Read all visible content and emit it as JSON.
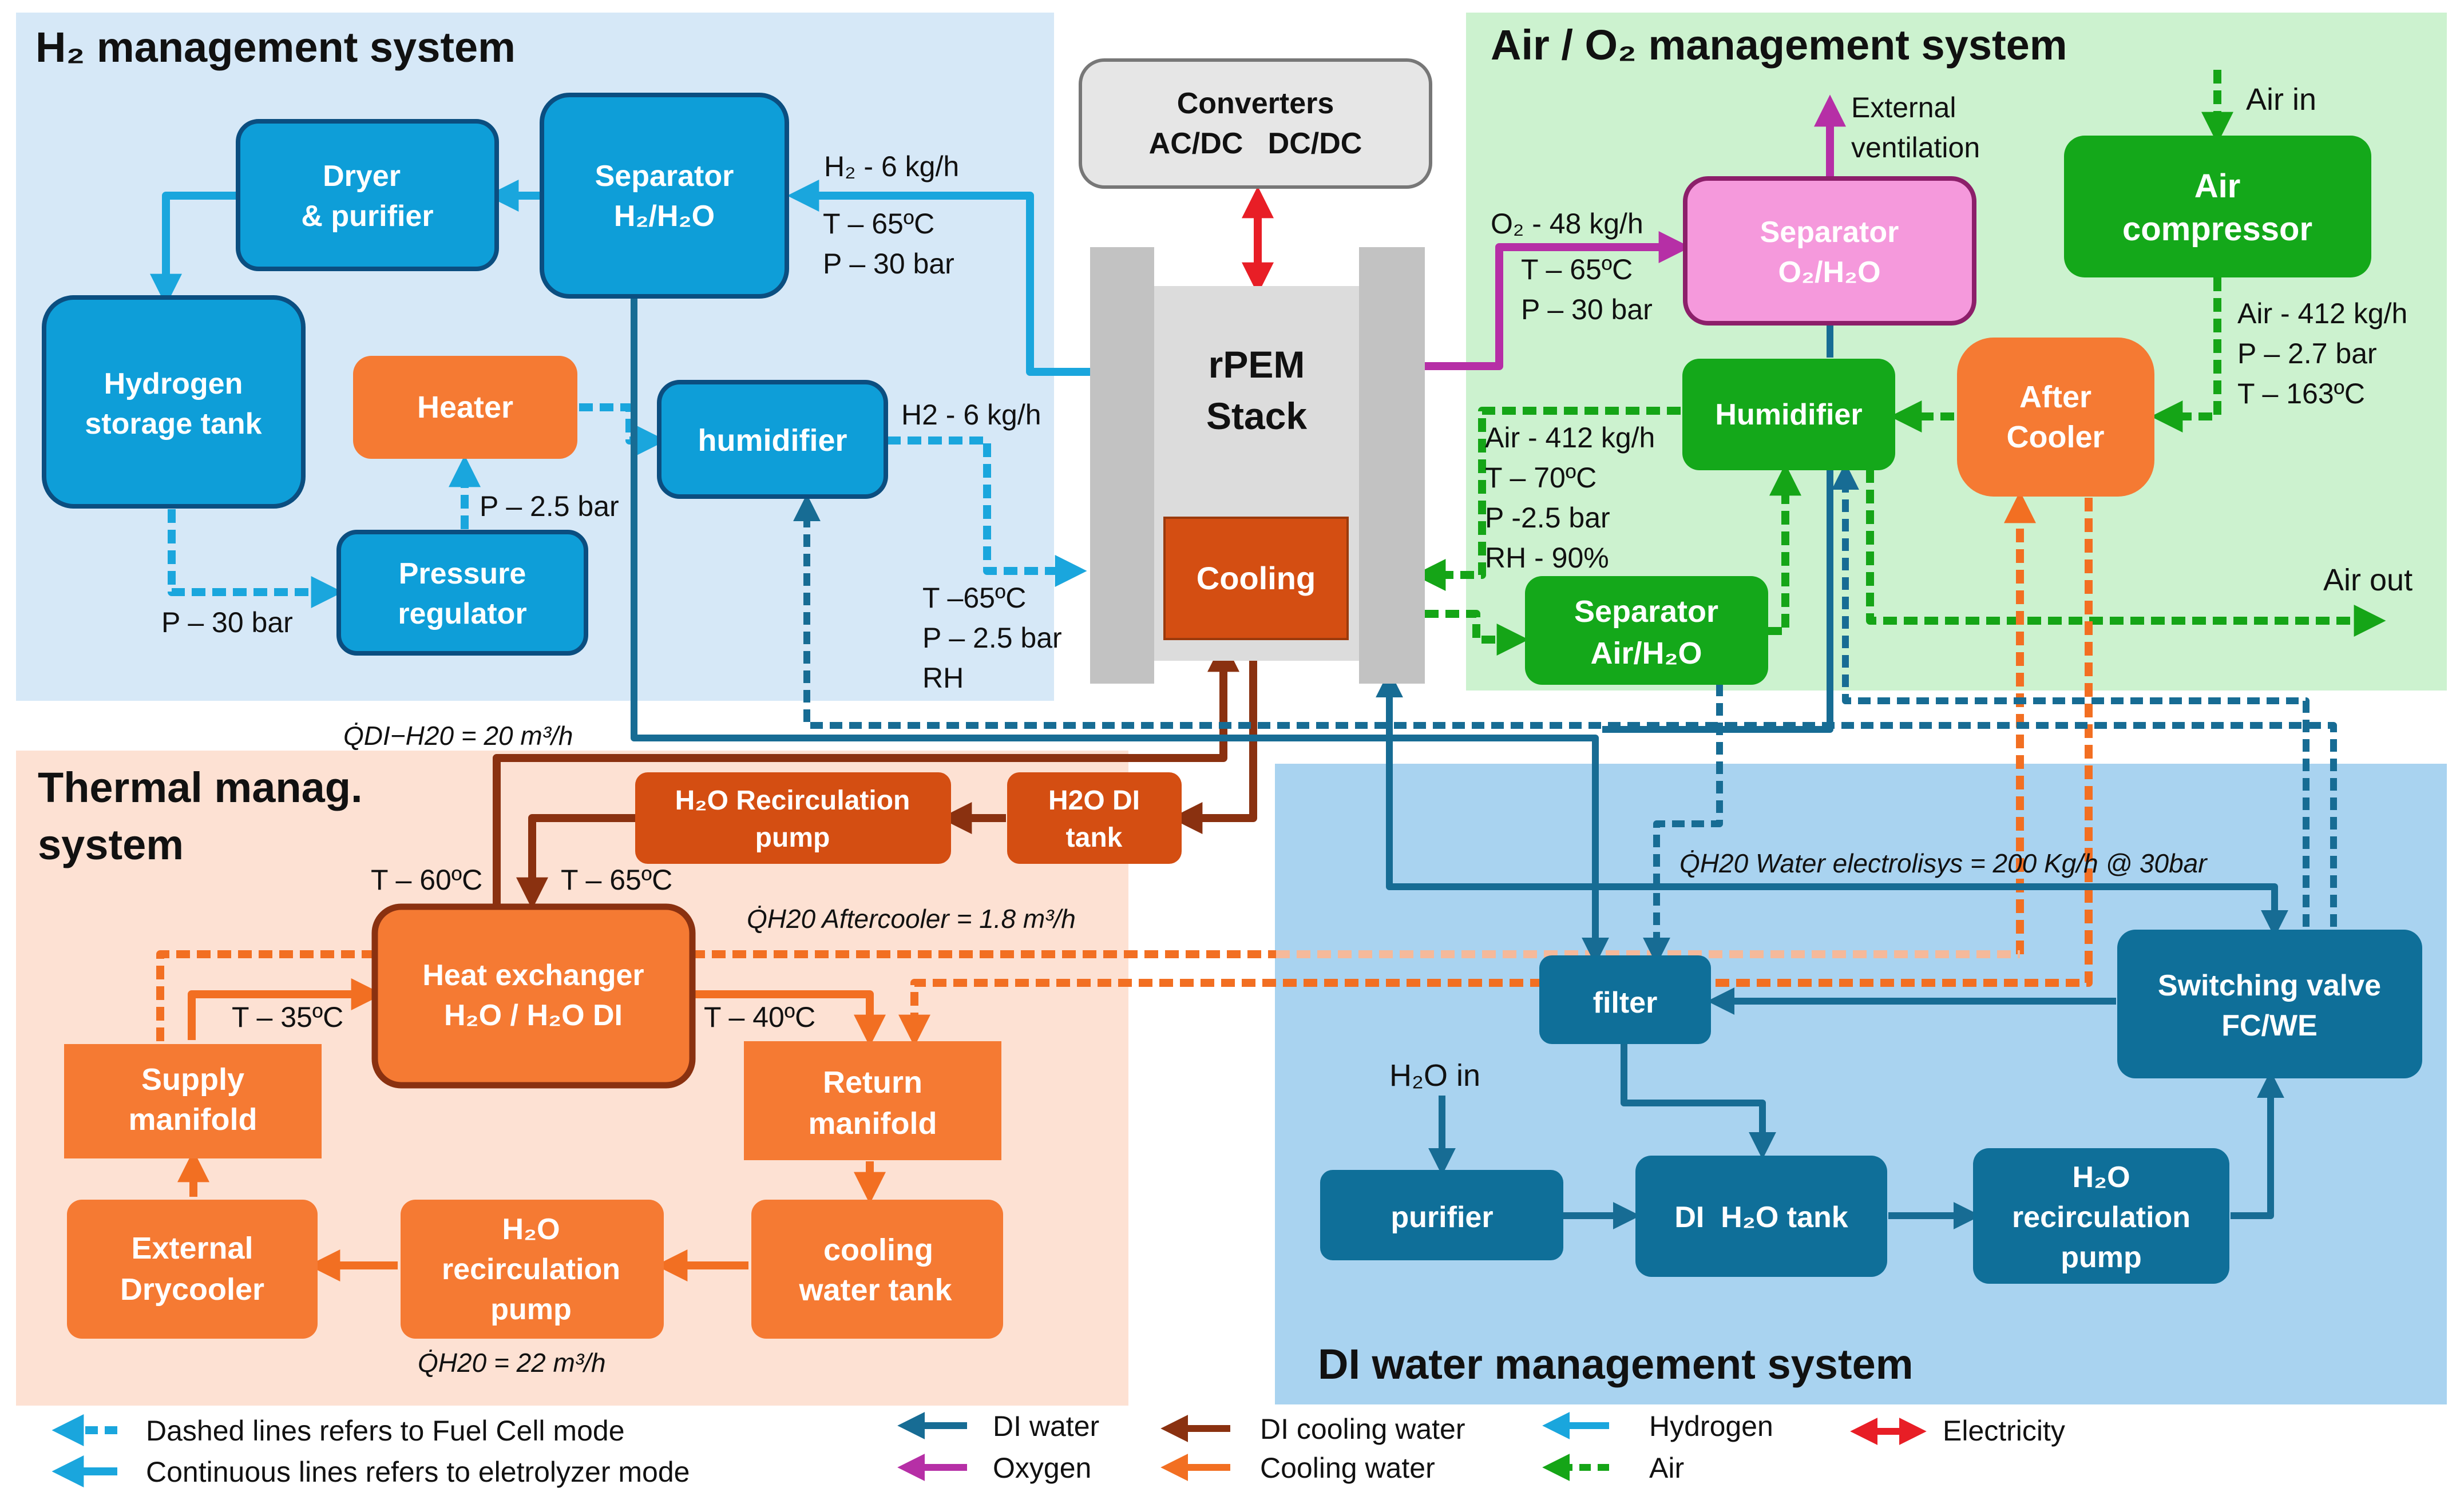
{
  "regions": {
    "h2": {
      "title": "H₂ management system",
      "color": "#d6e8f7"
    },
    "air": {
      "title": "Air / O₂  management system",
      "color": "#ccf2cf"
    },
    "thermal": {
      "title_line1": "Thermal manag.",
      "title_line2": "system",
      "color": "#fde1d3"
    },
    "di": {
      "title": "DI water management system",
      "color": "#a9d3f0"
    }
  },
  "blocks": {
    "converters": [
      "Converters",
      "AC/DC   DC/DC"
    ],
    "stack": [
      "rPEM",
      "Stack"
    ],
    "cooling": [
      "Cooling"
    ],
    "dryer": [
      "Dryer",
      "& purifier"
    ],
    "separator_h2": [
      "Separator",
      "H₂/H₂O"
    ],
    "hydrogen_tank": [
      "Hydrogen",
      "storage tank"
    ],
    "heater": [
      "Heater"
    ],
    "humidifier_h2": [
      "humidifier"
    ],
    "pressure_regulator": [
      "Pressure",
      "regulator"
    ],
    "separator_o2": [
      "Separator",
      "O₂/H₂O"
    ],
    "air_compressor": [
      "Air",
      "compressor"
    ],
    "humidifier_air": [
      "Humidifier"
    ],
    "after_cooler": [
      "After",
      "Cooler"
    ],
    "separator_air": [
      "Separator",
      "Air/H₂O"
    ],
    "h2o_recirc_pump_top": [
      "H₂O Recirculation",
      "pump"
    ],
    "h2o_di_tank": [
      "H2O DI",
      "tank"
    ],
    "heat_exchanger": [
      "Heat exchanger",
      "H₂O / H₂O DI"
    ],
    "supply_manifold": [
      "Supply",
      "manifold"
    ],
    "return_manifold": [
      "Return",
      "manifold"
    ],
    "external_drycooler": [
      "External",
      "Drycooler"
    ],
    "h2o_recirc_pump_thermal": [
      "H₂O",
      "recirculation",
      "pump"
    ],
    "cooling_water_tank": [
      "cooling",
      "water tank"
    ],
    "filter": [
      "filter"
    ],
    "switching_valve": [
      "Switching valve",
      "FC/WE"
    ],
    "purifier": [
      "purifier"
    ],
    "di_h2o_tank": [
      "DI  H₂O tank"
    ],
    "h2o_recirc_pump_di": [
      "H₂O",
      "recirculation",
      "pump"
    ]
  },
  "labels": {
    "h2_out": [
      "H₂ - 6 kg/h",
      "T – 65ºC",
      "P – 30 bar"
    ],
    "h2_in": [
      "H2 - 6 kg/h"
    ],
    "h2_in_cond": [
      "T –65ºC",
      "P – 2.5 bar",
      "RH"
    ],
    "p_reg": [
      "P – 2.5 bar"
    ],
    "p_tank": [
      "P – 30 bar"
    ],
    "o2_out": [
      "O₂ - 48 kg/h",
      "T – 65ºC",
      "P – 30 bar"
    ],
    "ext_vent": [
      "External",
      "ventilation"
    ],
    "air_in": [
      "Air in"
    ],
    "air_comp": [
      "Air - 412 kg/h",
      "P – 2.7 bar",
      "T – 163ºC"
    ],
    "air_stack": [
      "Air - 412 kg/h",
      "T – 70ºC",
      "P -2.5 bar",
      "RH - 90%"
    ],
    "air_out": [
      "Air out"
    ],
    "q_di": "Q̇DI−H20 = 20 m³/h",
    "t60": "T – 60ºC",
    "t65": "T – 65ºC",
    "q_after": "Q̇H20 Aftercooler = 1.8 m³/h",
    "t35": "T – 35ºC",
    "t40": "T – 40ºC",
    "q_h2o": "Q̇H20 = 22 m³/h",
    "q_we": "Q̇H20 Water electrolisys = 200 Kg/h @ 30bar",
    "h2o_in": "H₂O in"
  },
  "legend": {
    "dashed": "Dashed lines refers to Fuel Cell mode",
    "continuous": "Continuous lines refers to eletrolyzer mode",
    "di_water": "DI water",
    "oxygen": "Oxygen",
    "di_cooling": "DI cooling water",
    "cooling_water": "Cooling water",
    "hydrogen": "Hydrogen",
    "air": "Air",
    "electricity": "Electricity"
  },
  "colors": {
    "h2_block": "#0e9ed8",
    "h2_line": "#1aa6dd",
    "air_block": "#14a81a",
    "air_line": "#15a517",
    "oxygen": "#b62fa6",
    "o2_separator": "#f599dc",
    "cooling_orange": "#f57a33",
    "cooling_line": "#f26f22",
    "di_block": "#0f6f99",
    "di_line": "#176c94",
    "di_cooling": "#8a3110",
    "cooling_block": "#d44e12",
    "electricity": "#e81e26",
    "stack_gray": "#c8c8c8",
    "stack_body": "#dcdcdc"
  }
}
